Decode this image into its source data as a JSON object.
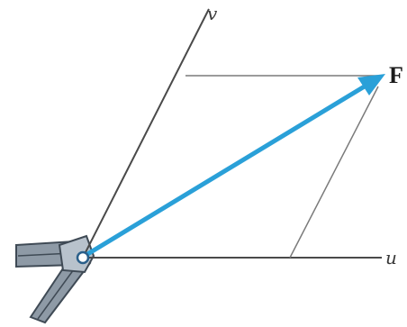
{
  "diagram": {
    "labels": {
      "v_axis": "v",
      "u_axis": "u",
      "force": "F"
    },
    "colors": {
      "background": "#ffffff",
      "axis_line": "#4a4a4a",
      "construction_line": "#7a7a7a",
      "force_vector": "#2aa0d8",
      "bracket_fill": "#8e9aa6",
      "bracket_stroke": "#3f4a55",
      "pin_ring": "#2a5f8a"
    }
  }
}
